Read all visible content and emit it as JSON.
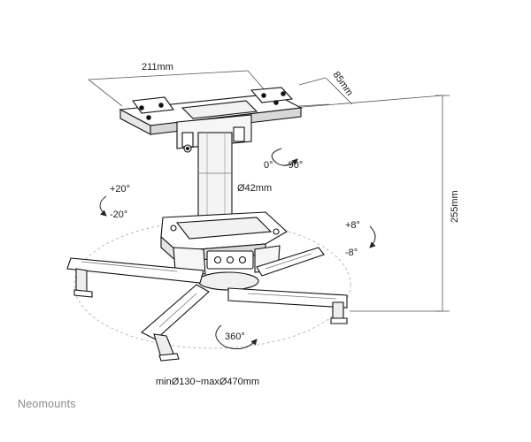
{
  "dimensions": {
    "width_label": "211mm",
    "depth_label": "85mm",
    "height_label": "255mm",
    "pole_diameter_label": "Ø42mm",
    "arm_range_label": "minØ130~maxØ470mm"
  },
  "rotations": {
    "top_start": "0°",
    "top_end": "-90°",
    "tilt_plus": "+20°",
    "tilt_minus": "-20°",
    "swivel_plus": "+8°",
    "swivel_minus": "-8°",
    "full_rotation": "360°"
  },
  "brand": "Neomounts"
}
